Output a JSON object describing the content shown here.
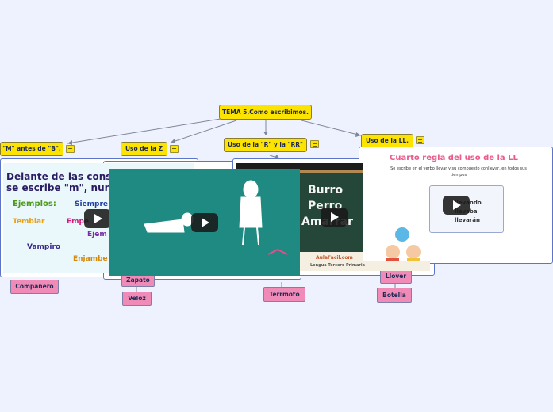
{
  "root": {
    "label": "TEMA 5.Como escribimos."
  },
  "branches": [
    {
      "label": "\"M\" antes de \"B\"."
    },
    {
      "label": "Uso de la Z"
    },
    {
      "label": "Uso de la \"R\" y la \"RR\""
    },
    {
      "label": "Uso de la LL."
    }
  ],
  "leaves": {
    "m": [
      "Compañero"
    ],
    "z": [
      "Zapato",
      "Veloz"
    ],
    "r": [
      "Terrmoto"
    ],
    "ll": [
      "Llover",
      "Botella"
    ]
  },
  "videos": {
    "mb": {
      "title_line1": "Delante de las conso",
      "title_line2": "se escribe \"m\", nunca",
      "examples_label": "Ejemplos:",
      "words": [
        "Siempre",
        "Temblar",
        "Empe",
        "Ejem",
        "Vampiro",
        "Enjambe"
      ]
    },
    "rr": {
      "words": [
        "Burro",
        "Perro",
        "Amarrar"
      ],
      "site": "AulaFacil.com",
      "course": "Lengua Tercero Primaria"
    },
    "ll": {
      "title": "Cuarto regla del uso de la LL",
      "rule": "Se escribe en el verbo    llevar    y su compuesto    conllevar,    en todos sus tiempos",
      "card_lines": [
        "llevando",
        "llevaba",
        "llevarán"
      ]
    }
  },
  "colors": {
    "background": "#eef1fe",
    "node": "#fde400",
    "leaf": "#f08bb8",
    "connector": "#7f8699",
    "video_teal": "#1f8a82",
    "chalkboard": "#24473a"
  }
}
